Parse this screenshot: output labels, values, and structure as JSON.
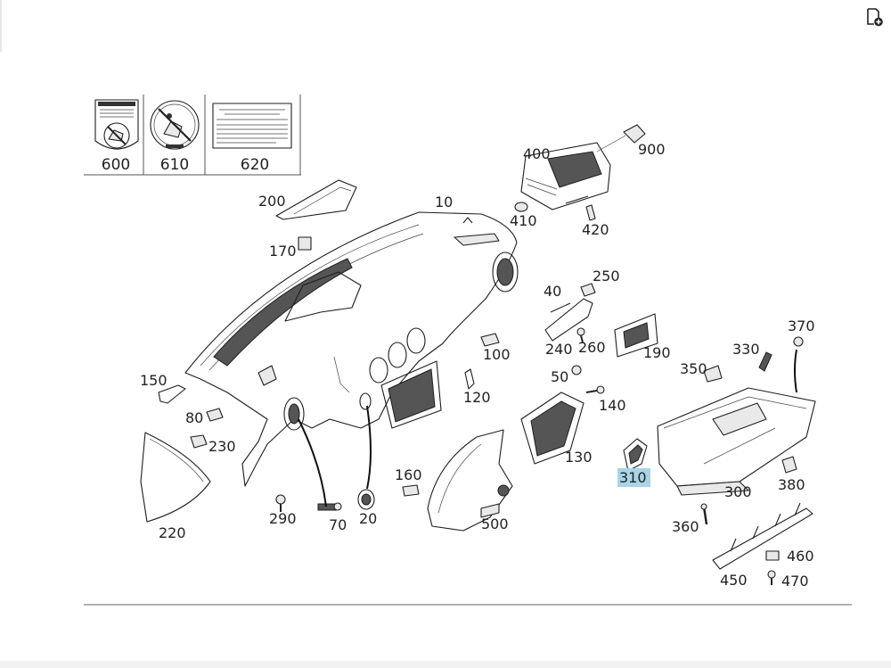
{
  "diagram": {
    "table": [
      {
        "id": "600",
        "label": "600"
      },
      {
        "id": "610",
        "label": "610"
      },
      {
        "id": "620",
        "label": "620"
      }
    ],
    "callouts": [
      {
        "id": "10",
        "label": "10"
      },
      {
        "id": "20",
        "label": "20"
      },
      {
        "id": "40",
        "label": "40"
      },
      {
        "id": "50",
        "label": "50"
      },
      {
        "id": "70",
        "label": "70"
      },
      {
        "id": "80",
        "label": "80"
      },
      {
        "id": "100",
        "label": "100"
      },
      {
        "id": "120",
        "label": "120"
      },
      {
        "id": "130",
        "label": "130"
      },
      {
        "id": "140",
        "label": "140"
      },
      {
        "id": "150",
        "label": "150"
      },
      {
        "id": "160",
        "label": "160"
      },
      {
        "id": "170",
        "label": "170"
      },
      {
        "id": "190",
        "label": "190"
      },
      {
        "id": "200",
        "label": "200"
      },
      {
        "id": "220",
        "label": "220"
      },
      {
        "id": "230",
        "label": "230"
      },
      {
        "id": "240",
        "label": "240"
      },
      {
        "id": "250",
        "label": "250"
      },
      {
        "id": "260",
        "label": "260"
      },
      {
        "id": "290",
        "label": "290"
      },
      {
        "id": "300",
        "label": "300"
      },
      {
        "id": "310",
        "label": "310",
        "highlighted": true
      },
      {
        "id": "330",
        "label": "330"
      },
      {
        "id": "350",
        "label": "350"
      },
      {
        "id": "360",
        "label": "360"
      },
      {
        "id": "370",
        "label": "370"
      },
      {
        "id": "380",
        "label": "380"
      },
      {
        "id": "400",
        "label": "400"
      },
      {
        "id": "410",
        "label": "410"
      },
      {
        "id": "420",
        "label": "420"
      },
      {
        "id": "450",
        "label": "450"
      },
      {
        "id": "460",
        "label": "460"
      },
      {
        "id": "470",
        "label": "470"
      },
      {
        "id": "500",
        "label": "500"
      },
      {
        "id": "900",
        "label": "900"
      }
    ],
    "highlight_color": "#a8d4e6"
  },
  "toolbar": {
    "icon": "add-page-icon"
  }
}
